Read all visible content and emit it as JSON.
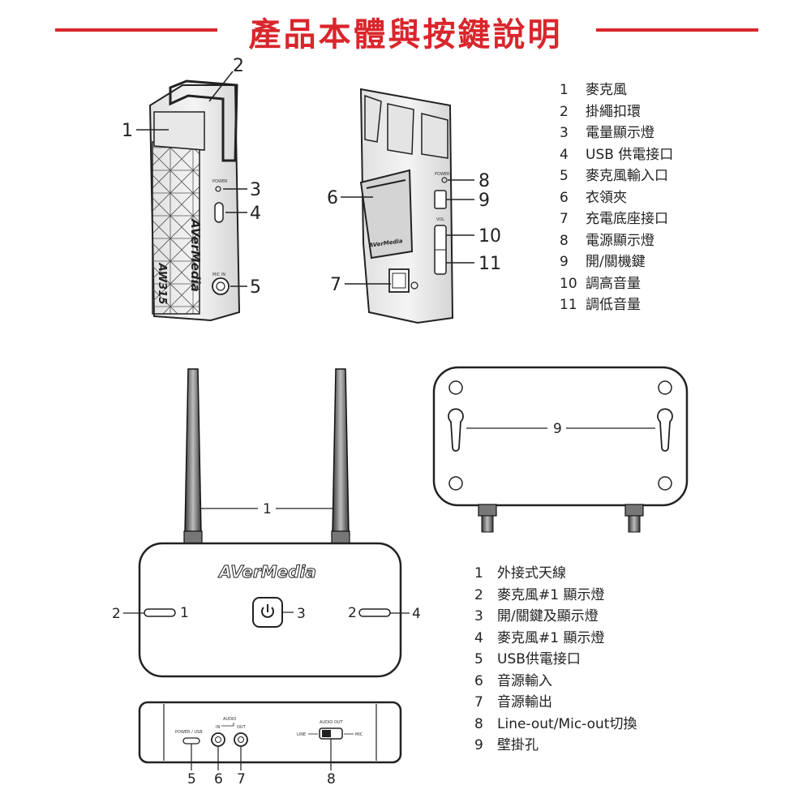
{
  "title": "產品本體與按鍵說明",
  "transmitter": {
    "brand": "AVerMedia",
    "model": "AW315",
    "callouts": [
      "1",
      "2",
      "3",
      "4",
      "5",
      "6",
      "7",
      "8",
      "9",
      "10",
      "11"
    ],
    "port_labels": {
      "switch": "POWER",
      "power": "POWER",
      "vol": "VOL",
      "mic_in": "MIC IN"
    }
  },
  "legend_top": [
    {
      "num": "1",
      "text": "麥克風"
    },
    {
      "num": "2",
      "text": "掛繩扣環"
    },
    {
      "num": "3",
      "text": "電量顯示燈"
    },
    {
      "num": "4",
      "text": "USB 供電接口"
    },
    {
      "num": "5",
      "text": "麥克風輸入口"
    },
    {
      "num": "6",
      "text": "衣領夾"
    },
    {
      "num": "7",
      "text": "充電底座接口"
    },
    {
      "num": "8",
      "text": "電源顯示燈"
    },
    {
      "num": "9",
      "text": "開/關機鍵"
    },
    {
      "num": "10",
      "text": "調高音量"
    },
    {
      "num": "11",
      "text": "調低音量"
    }
  ],
  "receiver": {
    "brand": "AVerMedia",
    "callouts": [
      "1",
      "2",
      "3",
      "4",
      "9",
      "5",
      "6",
      "7",
      "8"
    ],
    "led_labels": [
      "1",
      "2"
    ],
    "port_labels": {
      "power_usb": "POWER / USB",
      "audio": "AUDIO",
      "in": "IN",
      "out": "OUT",
      "audio_out": "AUDIO OUT",
      "line": "LINE",
      "mic": "MIC"
    }
  },
  "legend_bottom": [
    {
      "num": "1",
      "text": "外接式天線"
    },
    {
      "num": "2",
      "text": "麥克風#1 顯示燈"
    },
    {
      "num": "3",
      "text": "開/關鍵及顯示燈"
    },
    {
      "num": "4",
      "text": "麥克風#1 顯示燈"
    },
    {
      "num": "5",
      "text": "USB供電接口"
    },
    {
      "num": "6",
      "text": "音源輸入"
    },
    {
      "num": "7",
      "text": "音源輸出"
    },
    {
      "num": "8",
      "text": "Line-out/Mic-out切換"
    },
    {
      "num": "9",
      "text": "壁掛孔"
    }
  ]
}
